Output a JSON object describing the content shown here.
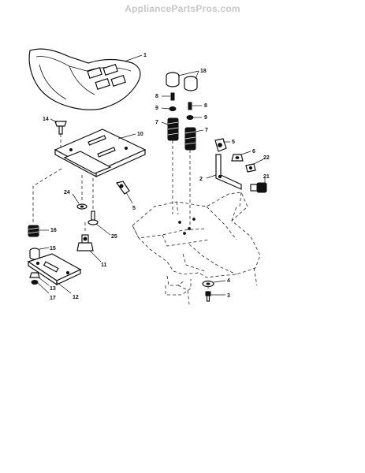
{
  "watermark": "AppliancePartsPros.com",
  "callouts": {
    "c1": "1",
    "c18": "18",
    "c8a": "8",
    "c8b": "8",
    "c9a": "9",
    "c9b": "9",
    "c7a": "7",
    "c7b": "7",
    "c14": "14",
    "c10": "10",
    "c5a": "5",
    "c5b": "5",
    "c6": "6",
    "c22": "22",
    "c2": "2",
    "c21": "21",
    "c24": "24",
    "c25": "25",
    "c16": "16",
    "c15": "15",
    "c11": "11",
    "c13": "13",
    "c17": "17",
    "c12": "12",
    "c4": "4",
    "c3": "3"
  }
}
